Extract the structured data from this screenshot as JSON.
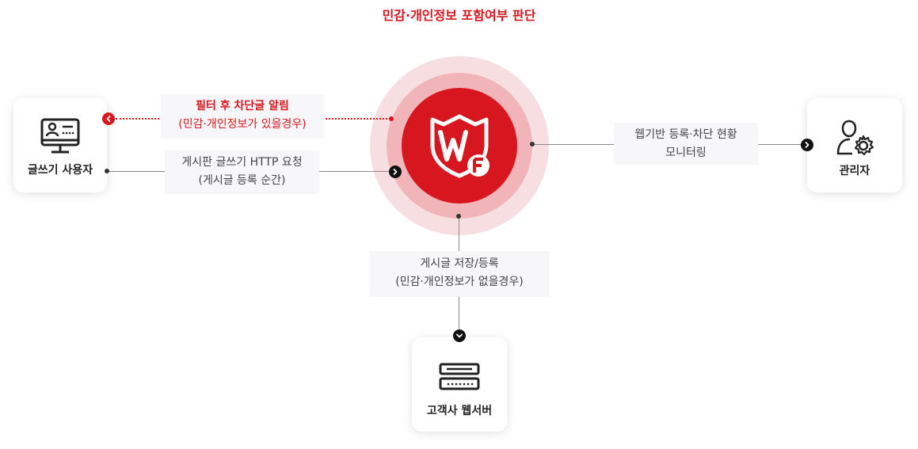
{
  "title": "민감·개인정보 포함여부 판단",
  "nodes": {
    "user": {
      "label": "글쓰기 사용자",
      "icon": "computer-user-icon"
    },
    "admin": {
      "label": "관리자",
      "icon": "user-settings-icon"
    },
    "server": {
      "label": "고객사 웹서버",
      "icon": "server-icon"
    },
    "center": {
      "logo": "WF",
      "icon": "shield-logo-icon"
    }
  },
  "edges": {
    "filter_alert": {
      "line1": "필터 후 차단글 알림",
      "line2": "(민감·개인정보가 있을경우)"
    },
    "http_request": {
      "line1": "게시판 글쓰기 HTTP 요청",
      "line2": "(게시글 등록 순간)"
    },
    "monitoring": {
      "line1": "웹기반 등록·차단 현황",
      "line2": "모니터링"
    },
    "store": {
      "line1": "게시글 저장/등록",
      "line2": "(민감·개인정보가 없을경우)"
    }
  },
  "colors": {
    "accent": "#d8161f",
    "ring_outer": "#f7dfe1",
    "ring_mid": "#f1b4b8",
    "box_bg": "#f7f7f9"
  }
}
